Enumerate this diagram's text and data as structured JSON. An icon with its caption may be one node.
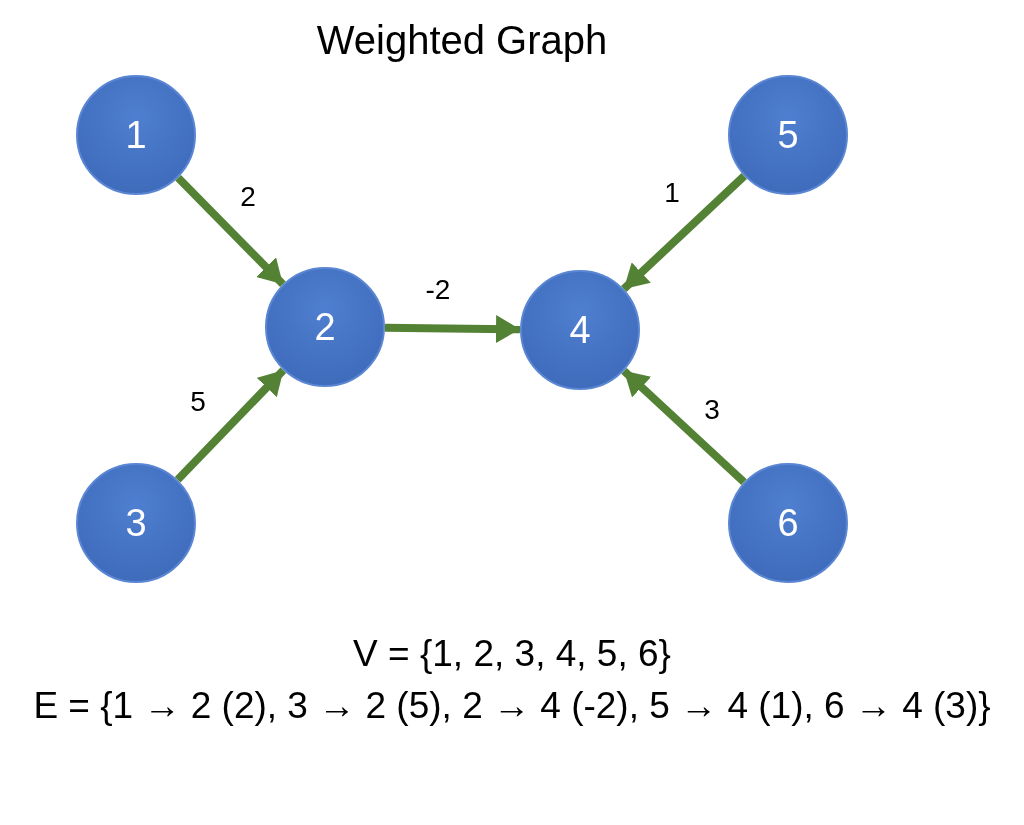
{
  "diagram": {
    "title": "Weighted Graph",
    "nodes": [
      {
        "text": [
          "1"
        ]
      },
      {
        "text": [
          "5"
        ]
      },
      {
        "text": [
          "2"
        ]
      },
      {
        "text": [
          "4"
        ]
      },
      {
        "text": [
          "3"
        ]
      },
      {
        "text": [
          "6"
        ]
      }
    ],
    "edges": [
      {
        "from": 0,
        "to": 2,
        "arrow": "to",
        "label": "2"
      },
      {
        "from": 4,
        "to": 2,
        "arrow": "to",
        "label": "5"
      },
      {
        "from": 2,
        "to": 3,
        "arrow": "to",
        "label": "-2"
      },
      {
        "from": 1,
        "to": 3,
        "arrow": "to",
        "label": "1"
      },
      {
        "from": 5,
        "to": 3,
        "arrow": "to",
        "label": "3"
      }
    ],
    "labels": [
      "V = {1, 2, 3, 4, 5, 6}",
      "E = {1 → 2 (2), 3 → 2 (5), 2 → 4 (-2), 5 → 4 (1), 6 → 4 (3)}"
    ]
  }
}
